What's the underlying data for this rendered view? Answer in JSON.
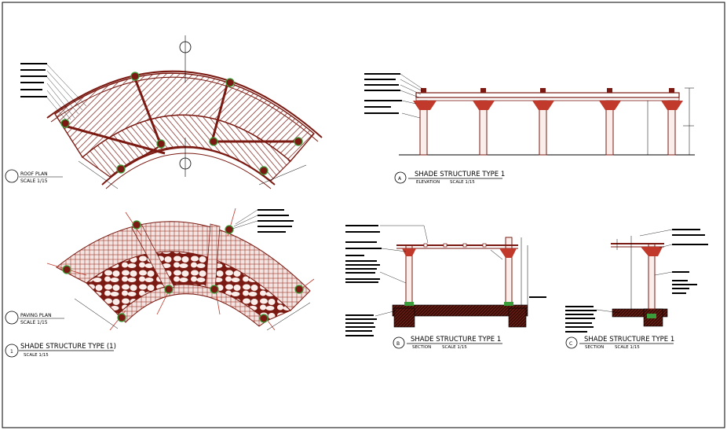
{
  "sheet": {
    "roof_plan": {
      "title": "ROOF PLAN",
      "scale": "SCALE 1/15"
    },
    "paving_plan": {
      "title": "PAVING PLAN",
      "scale": "SCALE 1/15"
    },
    "main_title": {
      "bubble": "1",
      "title": "SHADE STRUCTURE TYPE (1)",
      "scale": "SCALE 1/15"
    },
    "elevation": {
      "bubble": "A",
      "title": "SHADE STRUCTURE TYPE 1",
      "label": "ELEVATION",
      "scale": "SCALE 1/15"
    },
    "section_b": {
      "bubble": "B",
      "title": "SHADE STRUCTURE TYPE 1",
      "label": "SECTION",
      "scale": "SCALE 1/15"
    },
    "section_c": {
      "bubble": "C",
      "title": "SHADE STRUCTURE TYPE 1",
      "label": "SECTION",
      "scale": "SCALE 1/15"
    },
    "colors": {
      "line": "#7a1a12",
      "ink": "#000000",
      "accent": "#c0392b",
      "ground": "#3a0d08"
    }
  }
}
